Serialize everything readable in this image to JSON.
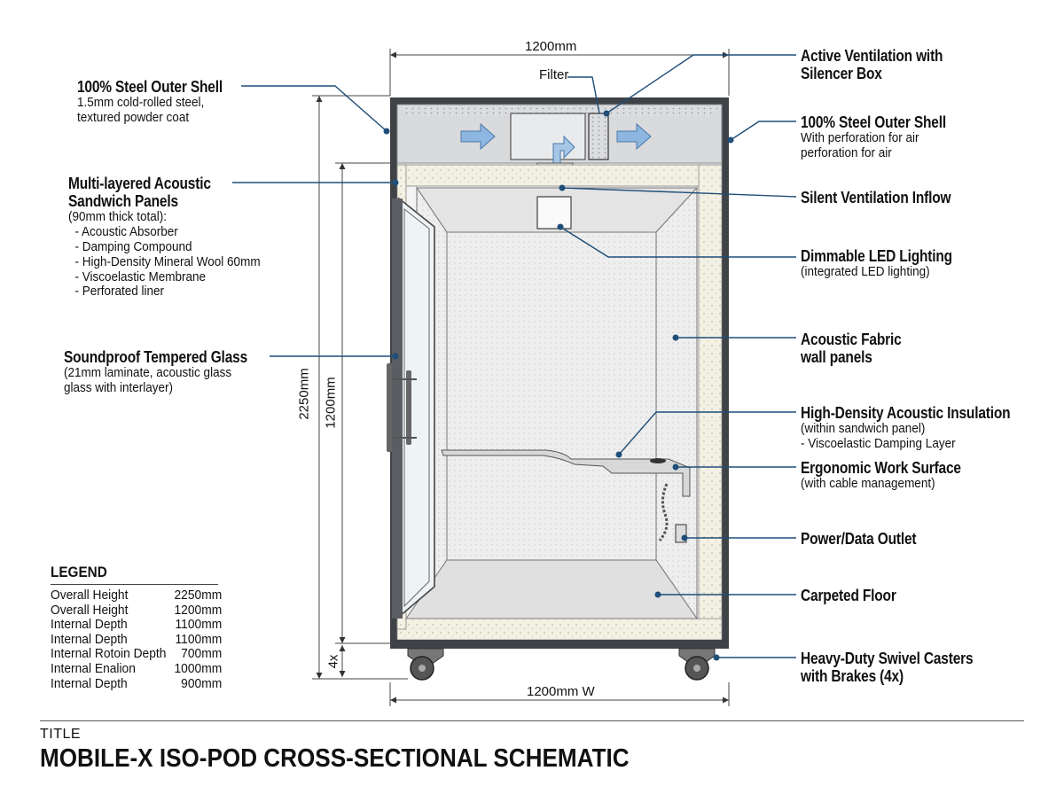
{
  "dimensions": {
    "top_width": "1200mm",
    "bottom_width": "1200mm W",
    "overall_height": "2250mm",
    "inner_height": "1200mm",
    "caster_height": "4x"
  },
  "filter_label": "Filter",
  "callouts_left": [
    {
      "title": "100% Steel Outer Shell",
      "lines": [
        "1.5mm cold-rolled steel,",
        "textured powder coat"
      ]
    },
    {
      "title": "Multi-layered Acoustic",
      "title2": "Sandwich Panels",
      "lines": [
        "(90mm thick total):",
        "  - Acoustic Absorber",
        "  - Damping Compound",
        "  - High-Density Mineral Wool 60mm",
        "  - Viscoelastic Membrane",
        "  - Perforated liner"
      ]
    },
    {
      "title": "Soundproof Tempered Glass",
      "lines": [
        "(21mm laminate, acoustic glass",
        "glass with interlayer)"
      ]
    }
  ],
  "callouts_right": [
    {
      "title": "Active Ventilation with",
      "title2": "Silencer Box",
      "lines": []
    },
    {
      "title": "100% Steel Outer Shell",
      "lines": [
        "With perforation for air",
        "perforation for air"
      ]
    },
    {
      "title": "Silent Ventilation Inflow",
      "lines": []
    },
    {
      "title": "Dimmable LED Lighting",
      "lines": [
        "(integrated LED lighting)"
      ]
    },
    {
      "title": "Acoustic Fabric",
      "title2": "wall panels",
      "lines": []
    },
    {
      "title": "High-Density Acoustic Insulation",
      "lines": [
        "(within sandwich panel)",
        "- Viscoelastic Damping Layer"
      ]
    },
    {
      "title": "Ergonomic Work Surface",
      "lines": [
        "(with cable management)"
      ]
    },
    {
      "title": "Power/Data Outlet",
      "lines": []
    },
    {
      "title": "Carpeted Floor",
      "lines": []
    },
    {
      "title": "Heavy-Duty Swivel Casters",
      "title2": "with Brakes (4x)",
      "lines": []
    }
  ],
  "legend": {
    "title": "LEGEND",
    "rows": [
      {
        "label": "Overall Height",
        "value": "2250mm"
      },
      {
        "label": "Overall Height",
        "value": "1200mm"
      },
      {
        "label": "Internal Depth",
        "value": "1100mm"
      },
      {
        "label": "Internal Depth",
        "value": "1100mm"
      },
      {
        "label": "Internal Rotoin Depth",
        "value": "700mm"
      },
      {
        "label": "Internal Enalion",
        "value": "1000mm"
      },
      {
        "label": "Internal Depth",
        "value": "900mm"
      }
    ]
  },
  "title_block": {
    "caption": "TITLE",
    "title": "MOBILE-X ISO-POD CROSS-SECTIONAL SCHEMATIC"
  },
  "colors": {
    "steel": "#3f4247",
    "leader": "#1f4e79",
    "panel": "#ececec",
    "duct": "#d9dadc",
    "arrow": "#5b8fc7",
    "insulation": "#f4f1e6"
  }
}
